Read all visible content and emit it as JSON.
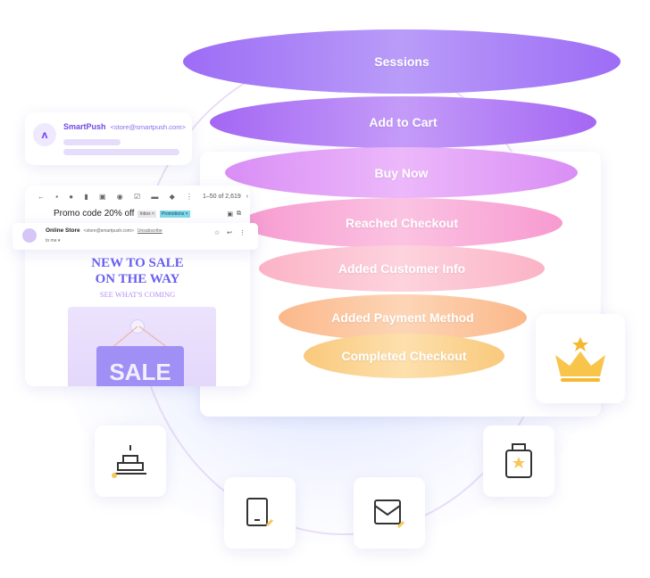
{
  "funnel": {
    "stages": [
      "Sessions",
      "Add to Cart",
      "Buy Now",
      "Reached Checkout",
      "Added Customer Info",
      "Added Payment Method",
      "Completed Checkout"
    ]
  },
  "sender_card": {
    "name": "SmartPush",
    "email": "<store@smartpush.com>"
  },
  "email": {
    "pagination": "1–50 of 2,619",
    "subject": "Promo code 20% off",
    "labels": [
      "Inbox ×",
      "Promotions ×"
    ],
    "from_name": "Online Store",
    "from_email": "<store@smartpush.com>",
    "unsubscribe": "Unsubscribe",
    "to": "to me ▾",
    "headline1": "NEW TO SALE",
    "headline2": "ON THE WAY",
    "subheadline": "SEE WHAT'S COMING",
    "sign": "SALE"
  },
  "colors": {
    "accent": "#9b6cf5",
    "crown": "#f5b931"
  }
}
